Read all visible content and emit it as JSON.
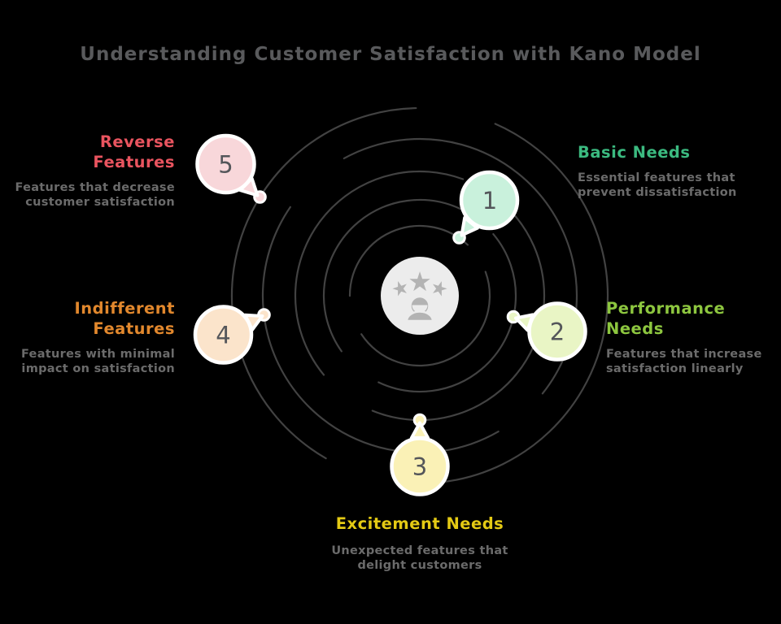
{
  "title": "Understanding Customer Satisfaction with Kano Model",
  "colors": {
    "background": "#000000",
    "title": "#595a5c",
    "description_text": "#6b6b6b",
    "orbit_line": "#424242",
    "bubble_number": "#54565a",
    "center_circle": "#ececec",
    "center_icon": "#b3b3b3"
  },
  "icons": {
    "center": "customer-satisfaction",
    "star_glyph": "★"
  },
  "items": [
    {
      "number": "1",
      "heading": "Basic Needs",
      "description": "Essential features that\nprevent dissatisfaction",
      "heading_color": "#3bba80",
      "bubble_color": "#c9f1dc"
    },
    {
      "number": "2",
      "heading": "Performance\nNeeds",
      "description": "Features that increase\nsatisfaction linearly",
      "heading_color": "#8dc63f",
      "bubble_color": "#e9f5c5"
    },
    {
      "number": "3",
      "heading": "Excitement Needs",
      "description": "Unexpected features that\ndelight customers",
      "heading_color": "#e4ca14",
      "bubble_color": "#faf1b6"
    },
    {
      "number": "4",
      "heading": "Indifferent\nFeatures",
      "description": "Features with minimal\nimpact on satisfaction",
      "heading_color": "#e2882d",
      "bubble_color": "#fbe4cb"
    },
    {
      "number": "5",
      "heading": "Reverse\nFeatures",
      "description": "Features that decrease\ncustomer satisfaction",
      "heading_color": "#e9545f",
      "bubble_color": "#f8d7da"
    }
  ]
}
